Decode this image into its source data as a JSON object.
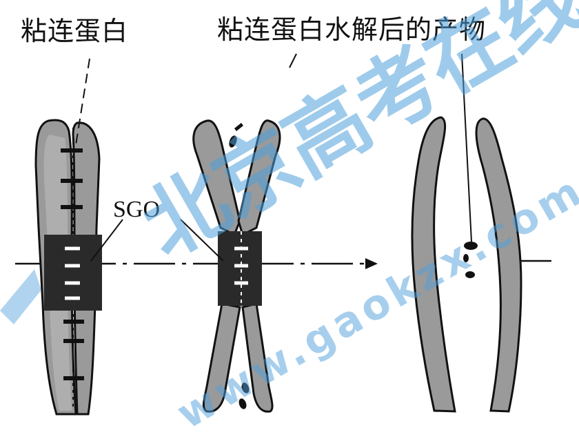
{
  "labels": {
    "cohesin": "粘连蛋白",
    "hydrolysis_products": "粘连蛋白水解后的产物",
    "sgo": "SGO"
  },
  "watermark": {
    "main": "北京高考在线",
    "url": "www.gaokzx.com"
  },
  "colors": {
    "chromatid_fill": "#9a9a9a",
    "chromatid_outline": "#111111",
    "centromere_sgo": "#2a2a2a",
    "watermark": "#4fa0db"
  }
}
